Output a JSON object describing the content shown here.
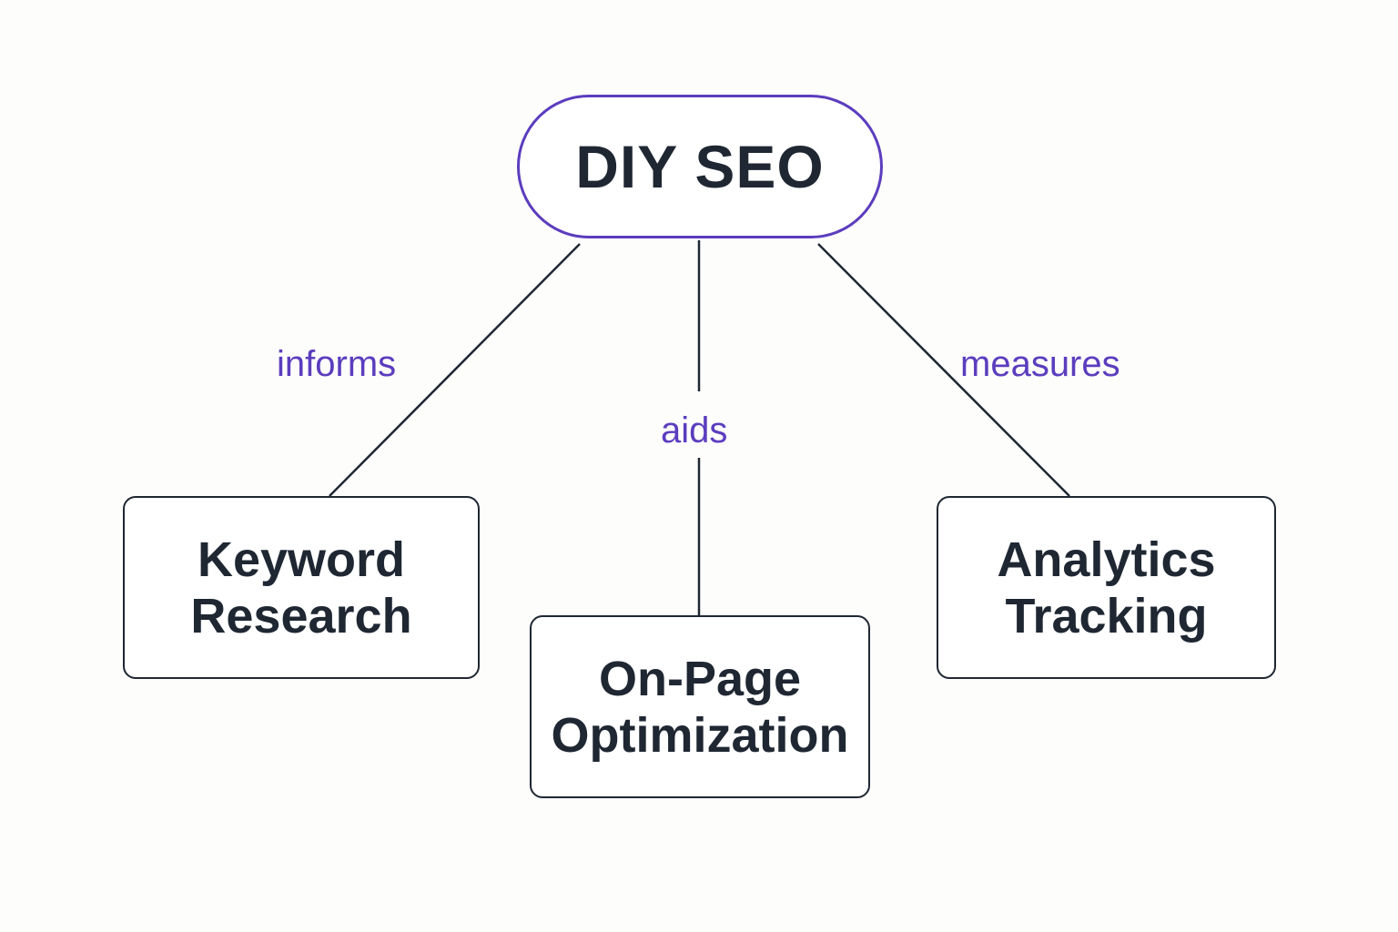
{
  "diagram": {
    "root": {
      "label": "DIY SEO"
    },
    "children": [
      {
        "id": "keyword",
        "label": "Keyword\nResearch",
        "edge_label": "informs"
      },
      {
        "id": "onpage",
        "label": "On-Page\nOptimization",
        "edge_label": "aids"
      },
      {
        "id": "analytics",
        "label": "Analytics\nTracking",
        "edge_label": "measures"
      }
    ]
  },
  "colors": {
    "background": "#FDFDFC",
    "accent": "#5B3DBE",
    "text": "#1F2733",
    "line": "#1F2733"
  }
}
